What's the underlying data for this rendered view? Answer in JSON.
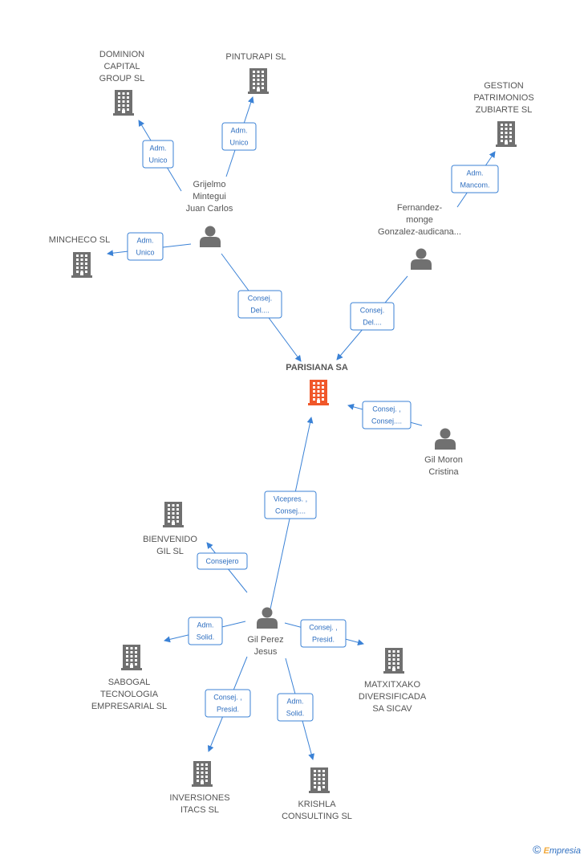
{
  "colors": {
    "edge": "#3b82d6",
    "edge_text": "#2f6fc0",
    "node": "#707070",
    "main_node": "#f0572a",
    "label": "#555555"
  },
  "nodes": [
    {
      "id": "parisiana",
      "type": "company",
      "main": true,
      "label": [
        "PARISIANA SA"
      ]
    },
    {
      "id": "dominion",
      "type": "company",
      "label": [
        "DOMINION",
        "CAPITAL",
        "GROUP SL"
      ]
    },
    {
      "id": "pinturapi",
      "type": "company",
      "label": [
        "PINTURAPI SL"
      ]
    },
    {
      "id": "gestion",
      "type": "company",
      "label": [
        "GESTION",
        "PATRIMONIOS",
        "ZUBIARTE  SL"
      ]
    },
    {
      "id": "mincheco",
      "type": "company",
      "label": [
        "MINCHECO SL"
      ]
    },
    {
      "id": "grijelmo",
      "type": "person",
      "label": [
        "Grijelmo",
        "Mintegui",
        "Juan Carlos"
      ]
    },
    {
      "id": "fernandez",
      "type": "person",
      "label": [
        "Fernandez-",
        "monge",
        "Gonzalez-audicana..."
      ]
    },
    {
      "id": "gilmoron",
      "type": "person",
      "label": [
        "Gil Moron",
        "Cristina"
      ]
    },
    {
      "id": "bienvenido",
      "type": "company",
      "label": [
        "BIENVENIDO",
        "GIL SL"
      ]
    },
    {
      "id": "gilperez",
      "type": "person",
      "label": [
        "Gil Perez",
        "Jesus"
      ]
    },
    {
      "id": "sabogal",
      "type": "company",
      "label": [
        "SABOGAL",
        "TECNOLOGIA",
        "EMPRESARIAL SL"
      ]
    },
    {
      "id": "matxitxako",
      "type": "company",
      "label": [
        "MATXITXAKO",
        "DIVERSIFICADA",
        "SA SICAV"
      ]
    },
    {
      "id": "inversiones",
      "type": "company",
      "label": [
        "INVERSIONES",
        "ITACS  SL"
      ]
    },
    {
      "id": "krishla",
      "type": "company",
      "label": [
        "KRISHLA",
        "CONSULTING SL"
      ]
    }
  ],
  "edges": [
    {
      "from": "grijelmo",
      "to": "dominion",
      "label": [
        "Adm.",
        "Unico"
      ]
    },
    {
      "from": "grijelmo",
      "to": "pinturapi",
      "label": [
        "Adm.",
        "Unico"
      ]
    },
    {
      "from": "grijelmo",
      "to": "mincheco",
      "label": [
        "Adm.",
        "Unico"
      ]
    },
    {
      "from": "grijelmo",
      "to": "parisiana",
      "label": [
        "Consej.",
        "Del...."
      ]
    },
    {
      "from": "fernandez",
      "to": "gestion",
      "label": [
        "Adm.",
        "Mancom."
      ]
    },
    {
      "from": "fernandez",
      "to": "parisiana",
      "label": [
        "Consej.",
        "Del...."
      ]
    },
    {
      "from": "gilmoron",
      "to": "parisiana",
      "label": [
        "Consej. ,",
        "Consej...."
      ]
    },
    {
      "from": "gilperez",
      "to": "parisiana",
      "label": [
        "Vicepres. ,",
        "Consej...."
      ]
    },
    {
      "from": "gilperez",
      "to": "bienvenido",
      "label": [
        "Consejero"
      ]
    },
    {
      "from": "gilperez",
      "to": "sabogal",
      "label": [
        "Adm.",
        "Solid."
      ]
    },
    {
      "from": "gilperez",
      "to": "matxitxako",
      "label": [
        "Consej. ,",
        "Presid."
      ]
    },
    {
      "from": "gilperez",
      "to": "inversiones",
      "label": [
        "Consej. ,",
        "Presid."
      ]
    },
    {
      "from": "gilperez",
      "to": "krishla",
      "label": [
        "Adm.",
        "Solid."
      ]
    }
  ],
  "brand": {
    "symbol": "©",
    "initial": "E",
    "rest": "mpresia"
  }
}
